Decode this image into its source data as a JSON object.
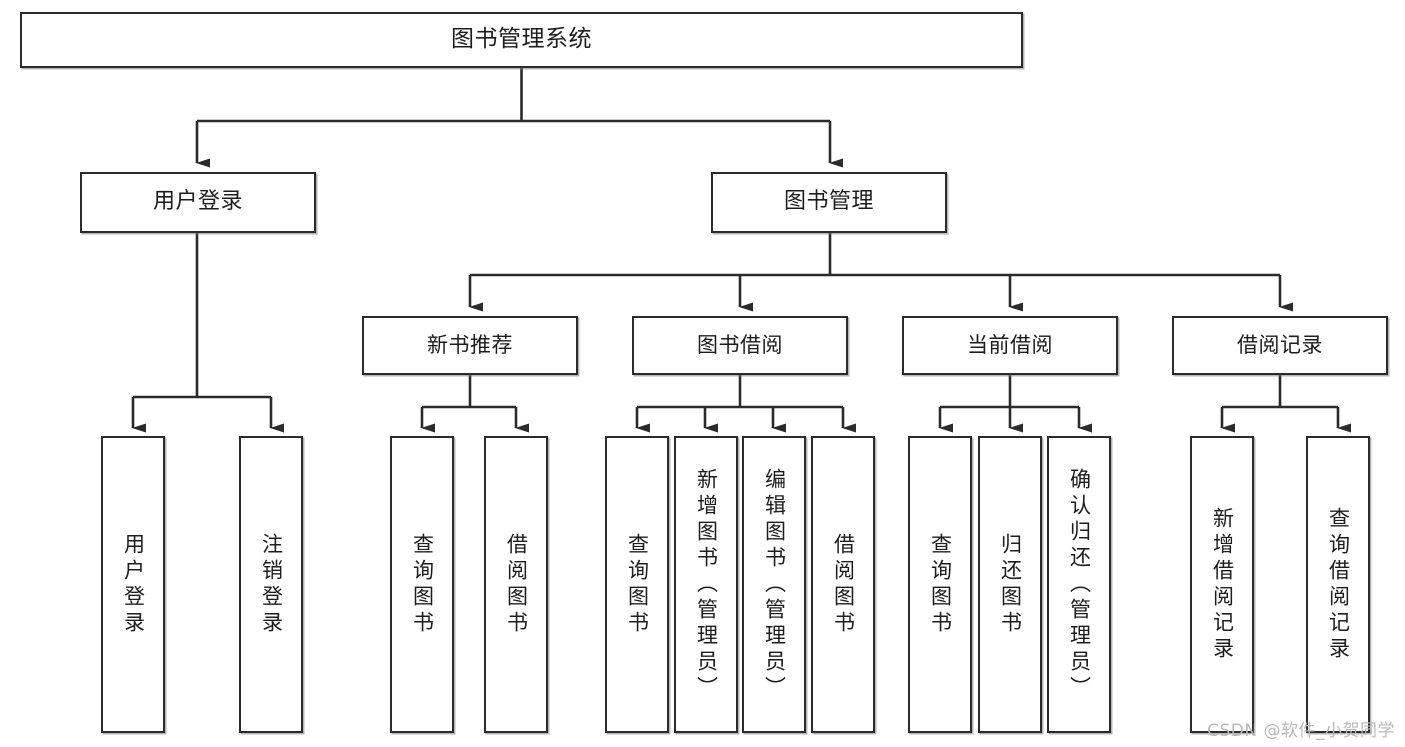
{
  "diagram": {
    "title_text": "图书管理系统",
    "watermark": "CSDN @软件_小贺同学",
    "stroke_color": "#2b2b2b",
    "fill_color": "#ffffff",
    "text_color": "#1d1d1d",
    "watermark_color": "#b9b9b9"
  },
  "nodes": {
    "root": {
      "label": "图书管理系统"
    },
    "level2": [
      {
        "label": "用户登录"
      },
      {
        "label": "图书管理"
      }
    ],
    "level3": [
      {
        "label": "新书推荐"
      },
      {
        "label": "图书借阅"
      },
      {
        "label": "当前借阅"
      },
      {
        "label": "借阅记录"
      }
    ],
    "leaves": [
      {
        "label": "用户登录"
      },
      {
        "label": "注销登录"
      },
      {
        "label": "查询图书"
      },
      {
        "label": "借阅图书"
      },
      {
        "label": "查询图书"
      },
      {
        "label": "新增图书（管理员）"
      },
      {
        "label": "编辑图书（管理员）"
      },
      {
        "label": "借阅图书"
      },
      {
        "label": "查询图书"
      },
      {
        "label": "归还图书"
      },
      {
        "label": "确认归还（管理员）"
      },
      {
        "label": "新增借阅记录"
      },
      {
        "label": "查询借阅记录"
      }
    ]
  }
}
